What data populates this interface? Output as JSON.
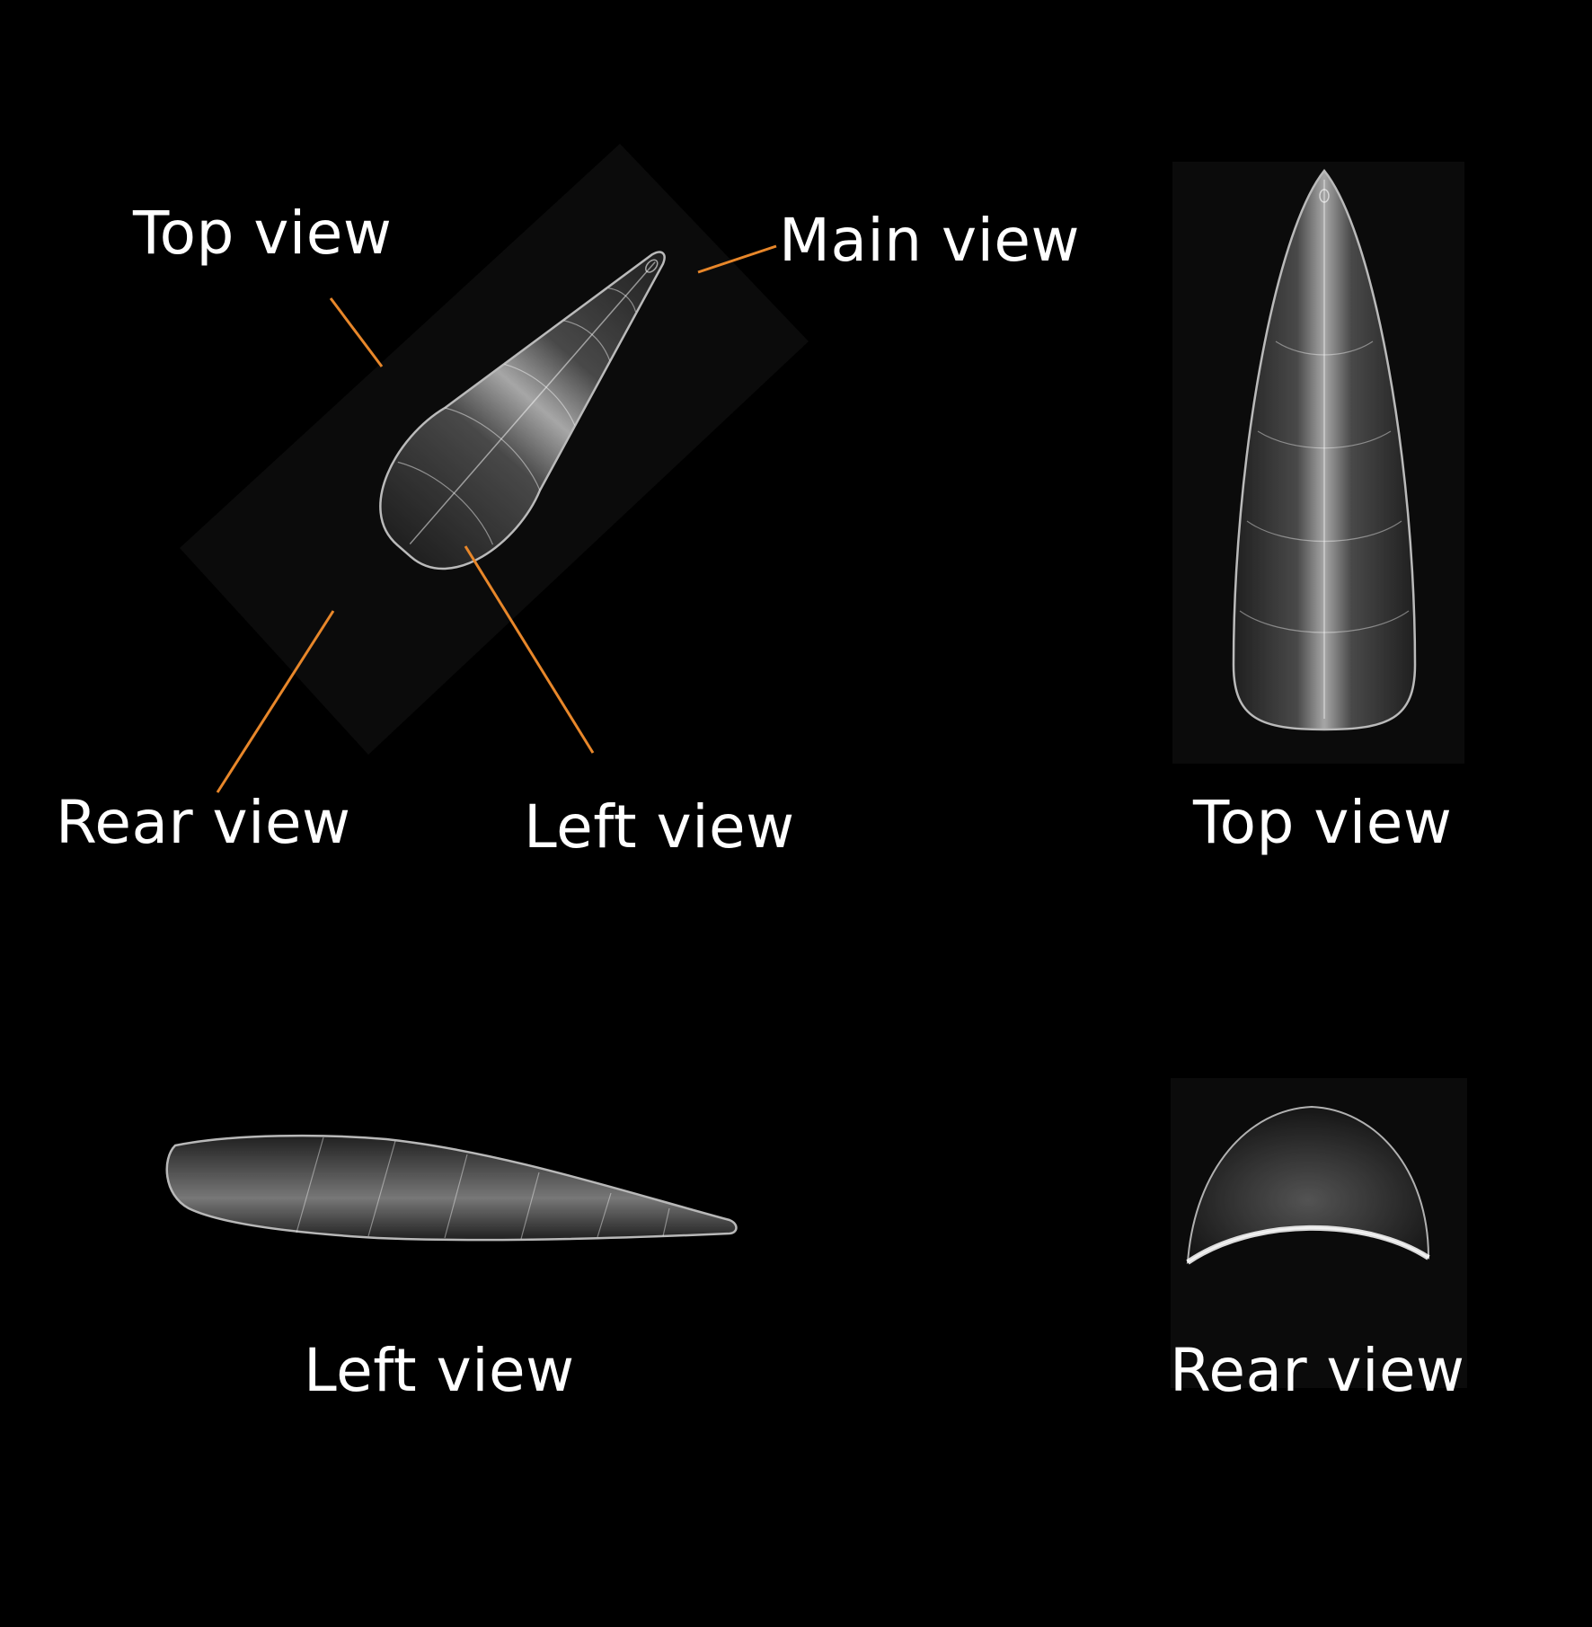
{
  "labels": {
    "main_top_view": "Top view",
    "main_main_view": "Main view",
    "main_rear_view": "Rear view",
    "main_left_view": "Left view",
    "panel_top_view": "Top view",
    "panel_left_view": "Left view",
    "panel_rear_view": "Rear view"
  },
  "colors": {
    "background": "#000000",
    "leader_line": "#e8872a",
    "label_text": "#ffffff"
  }
}
